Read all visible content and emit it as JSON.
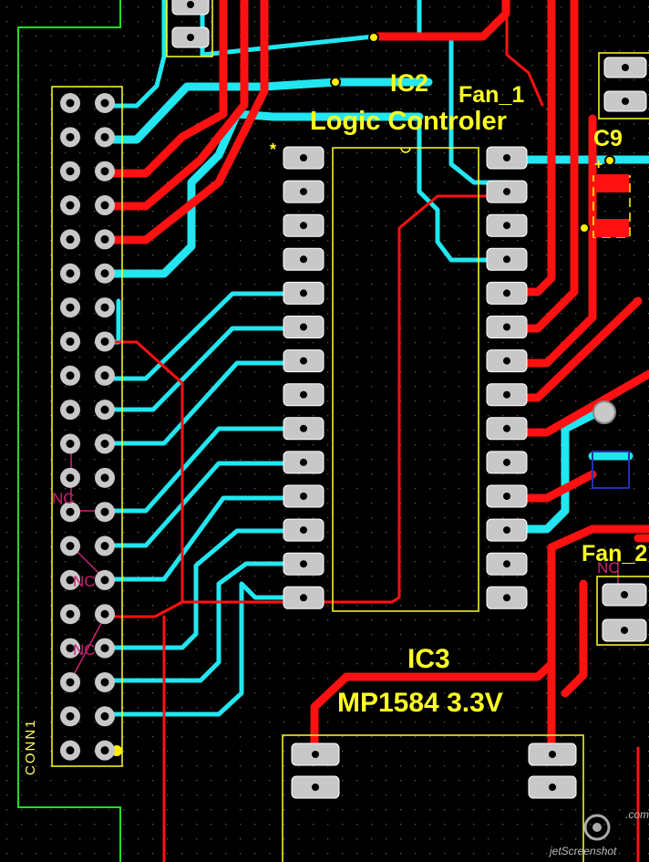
{
  "colors": {
    "background": "#000000",
    "top_copper": "#ff1111",
    "bottom_copper": "#22e6f0",
    "silkscreen": "#ffff22",
    "pad": "#c8c8c8",
    "keepout": "#22dd22",
    "nc_marker": "#cc2277",
    "via": "#ffee00"
  },
  "labels": {
    "ic2_ref": "IC2",
    "ic2_value": "Logic Controler",
    "fan1": "Fan_1",
    "c9": "C9",
    "fan2": "Fan_2",
    "ic3_ref": "IC3",
    "ic3_value": "MP1584 3.3V",
    "conn1": "CONN1",
    "pin1_marker": "*",
    "plus": "+",
    "nc": "NC",
    "watermark": "jetScreenshot",
    "watermark_tld": ".com"
  },
  "icons": {
    "watermark": "camera-lens-icon"
  }
}
